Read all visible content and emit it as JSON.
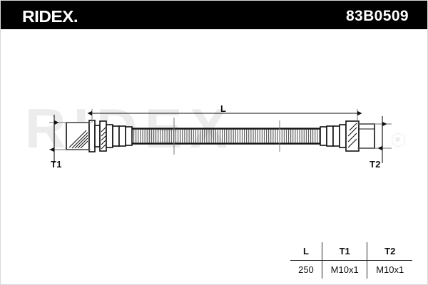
{
  "header": {
    "brand": "RIDEX.",
    "part_number": "83B0509",
    "background_color": "#000000",
    "text_color": "#ffffff"
  },
  "watermark": {
    "text": "RIDEX",
    "color": "#ececec"
  },
  "drawing": {
    "title": "brake-hose-technical-drawing",
    "dimension_labels": {
      "length": "L",
      "thread_left": "T1",
      "thread_right": "T2"
    },
    "line_color": "#111111"
  },
  "spec_table": {
    "headers": [
      "L",
      "T1",
      "T2"
    ],
    "rows": [
      [
        "250",
        "M10x1",
        "M10x1"
      ]
    ],
    "border_color": "#2b2b2b"
  }
}
